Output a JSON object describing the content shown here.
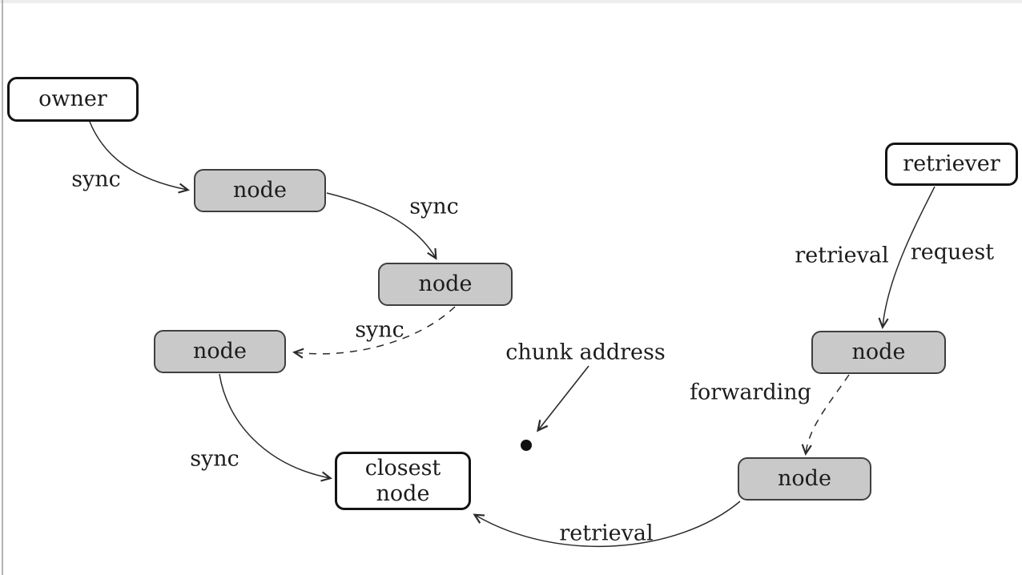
{
  "colors": {
    "node_fill_gray": "#c9c9c9",
    "node_fill_white": "#ffffff",
    "node_border_dark": "#141414",
    "node_border_gray": "#3f3f3f",
    "edge_stroke": "#2a2a2a",
    "text": "#1c1c1c"
  },
  "nodes": {
    "owner": {
      "label": "owner",
      "fill": "white"
    },
    "node1": {
      "label": "node",
      "fill": "gray"
    },
    "node2": {
      "label": "node",
      "fill": "gray"
    },
    "node3": {
      "label": "node",
      "fill": "gray"
    },
    "closest": {
      "label": "closest\nnode",
      "fill": "white"
    },
    "retriever": {
      "label": "retriever",
      "fill": "white"
    },
    "node4": {
      "label": "node",
      "fill": "gray"
    },
    "node5": {
      "label": "node",
      "fill": "gray"
    }
  },
  "edges": [
    {
      "from": "owner",
      "to": "node1",
      "label": "sync",
      "style": "solid"
    },
    {
      "from": "node1",
      "to": "node2",
      "label": "sync",
      "style": "solid"
    },
    {
      "from": "node2",
      "to": "node3",
      "label": "sync",
      "style": "dashed"
    },
    {
      "from": "node3",
      "to": "closest",
      "label": "sync",
      "style": "solid"
    },
    {
      "from": "retriever",
      "to": "node4",
      "label": "retrieval request",
      "style": "solid",
      "label_parts": [
        "retrieval",
        "request"
      ]
    },
    {
      "from": "node4",
      "to": "node5",
      "label": "forwarding",
      "style": "dashed"
    },
    {
      "from": "node5",
      "to": "closest",
      "label": "retrieval",
      "style": "solid"
    }
  ],
  "annotation": {
    "chunk_address_label": "chunk address"
  }
}
